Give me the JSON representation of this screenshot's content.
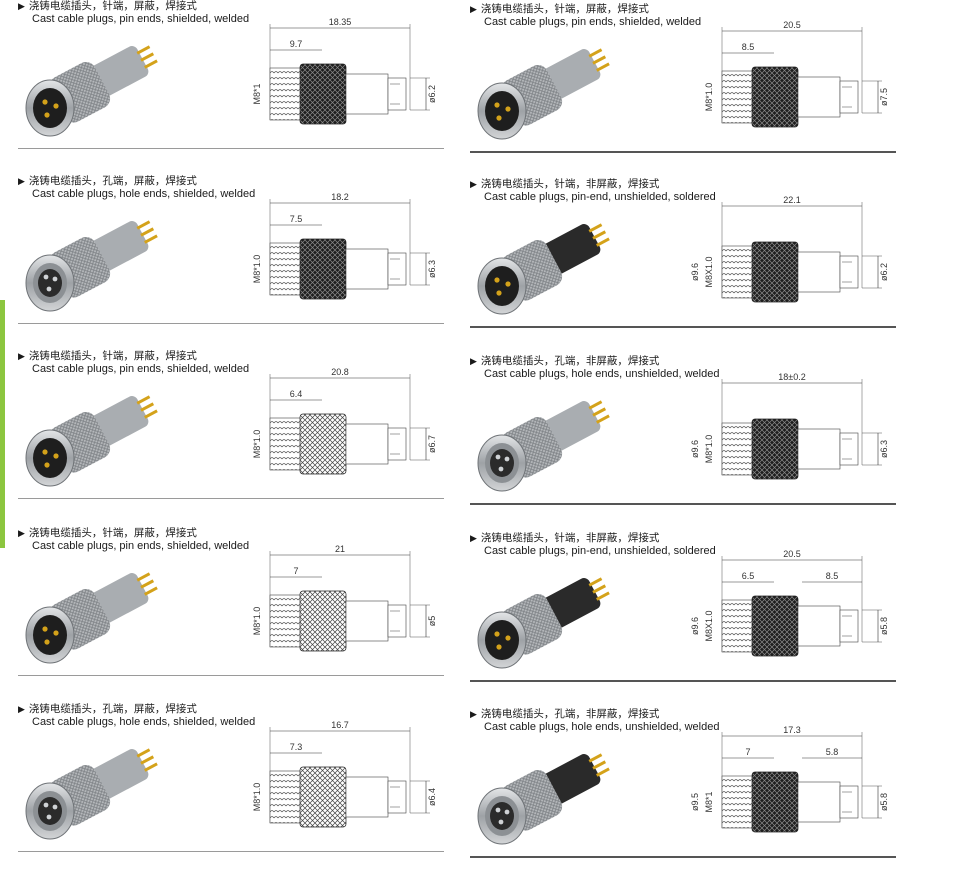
{
  "items": [
    {
      "zh": "浇铸电缆插头，针端，屏蔽，焊接式",
      "en": "Cast cable plugs, pin ends, shielded, welded",
      "overall": "18.35",
      "part": "9.7",
      "thread": "M8*1",
      "dia": "ø6.2",
      "dia2": "",
      "style": "male-a"
    },
    {
      "zh": "浇铸电缆插头，针端，屏蔽，焊接式",
      "en": "Cast cable plugs, pin ends, shielded, welded",
      "overall": "20.5",
      "part": "8.5",
      "thread": "M8*1.0",
      "dia": "ø7.5",
      "dia2": "",
      "style": "male-b"
    },
    {
      "zh": "浇铸电缆插头，孔端，屏蔽，焊接式",
      "en": "Cast cable plugs, hole ends, shielded, welded",
      "overall": "18.2",
      "part": "7.5",
      "thread": "M8*1.0",
      "dia": "ø6.3",
      "dia2": "",
      "style": "female-a"
    },
    {
      "zh": "浇铸电缆插头，针端，非屏蔽，焊接式",
      "en": "Cast cable plugs, pin-end, unshielded, soldered",
      "overall": "22.1",
      "part": "",
      "thread": "M8X1.0",
      "dia": "ø6.2",
      "dia2": "ø9.6",
      "style": "male-c"
    },
    {
      "zh": "浇铸电缆插头，针端，屏蔽，焊接式",
      "en": "Cast cable plugs, pin ends, shielded, welded",
      "overall": "20.8",
      "part": "6.4",
      "thread": "M8*1.0",
      "dia": "ø6.7",
      "dia2": "",
      "style": "male-d"
    },
    {
      "zh": "浇铸电缆插头，孔端，非屏蔽，焊接式",
      "en": "Cast cable plugs, hole ends, unshielded, welded",
      "overall": "18±0.2",
      "part": "",
      "thread": "M8*1.0",
      "dia": "ø6.3",
      "dia2": "ø9.6",
      "style": "female-b"
    },
    {
      "zh": "浇铸电缆插头，针端，屏蔽，焊接式",
      "en": "Cast cable plugs, pin ends, shielded, welded",
      "overall": "21",
      "part": "7",
      "thread": "M8*1.0",
      "dia": "ø5",
      "dia2": "",
      "style": "male-e"
    },
    {
      "zh": "浇铸电缆插头，针端，非屏蔽，焊接式",
      "en": "Cast cable plugs, pin-end, unshielded, soldered",
      "overall": "20.5",
      "part": "6.5",
      "part2": "8.5",
      "thread": "M8X1.0",
      "dia": "ø5.8",
      "dia2": "ø9.6",
      "style": "male-f"
    },
    {
      "zh": "浇铸电缆插头，孔端，屏蔽，焊接式",
      "en": "Cast cable plugs, hole ends, shielded, welded",
      "overall": "16.7",
      "part": "7.3",
      "thread": "M8*1.0",
      "dia": "ø6.4",
      "dia2": "",
      "style": "female-c"
    },
    {
      "zh": "浇铸电缆插头，孔端，非屏蔽，焊接式",
      "en": "Cast cable plugs, hole ends, unshielded, welded",
      "overall": "17.3",
      "part": "7",
      "part2": "5.8",
      "thread": "M8*1",
      "dia": "ø5.8",
      "dia2": "ø9.5",
      "style": "female-d"
    }
  ],
  "colors": {
    "accent": "#8cc63f",
    "rule": "#9a9a9a",
    "metal": "#b9bcbf",
    "dark": "#1c1c1c"
  }
}
